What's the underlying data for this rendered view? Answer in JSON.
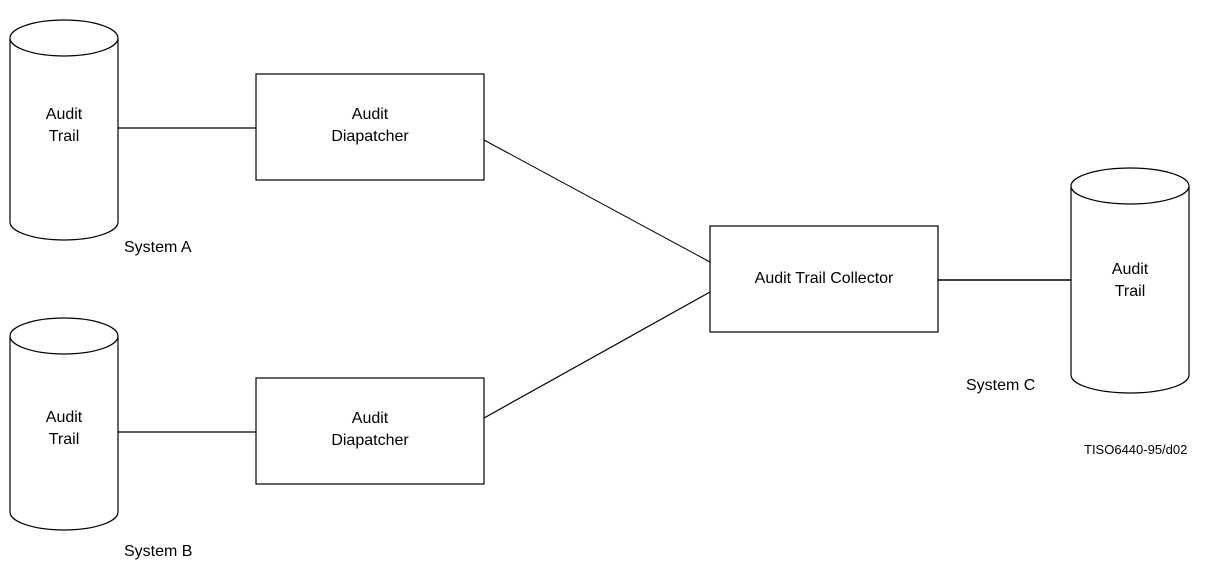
{
  "system_a": {
    "audit_trail": {
      "line1": "Audit",
      "line2": "Trail"
    },
    "dispatcher": {
      "line1": "Audit",
      "line2": "Diapatcher"
    },
    "label": "System A"
  },
  "system_b": {
    "audit_trail": {
      "line1": "Audit",
      "line2": "Trail"
    },
    "dispatcher": {
      "line1": "Audit",
      "line2": "Diapatcher"
    },
    "label": "System B"
  },
  "system_c": {
    "collector": "Audit Trail Collector",
    "audit_trail": {
      "line1": "Audit",
      "line2": "Trail"
    },
    "label": "System C"
  },
  "figure_ref": "TISO6440-95/d02"
}
